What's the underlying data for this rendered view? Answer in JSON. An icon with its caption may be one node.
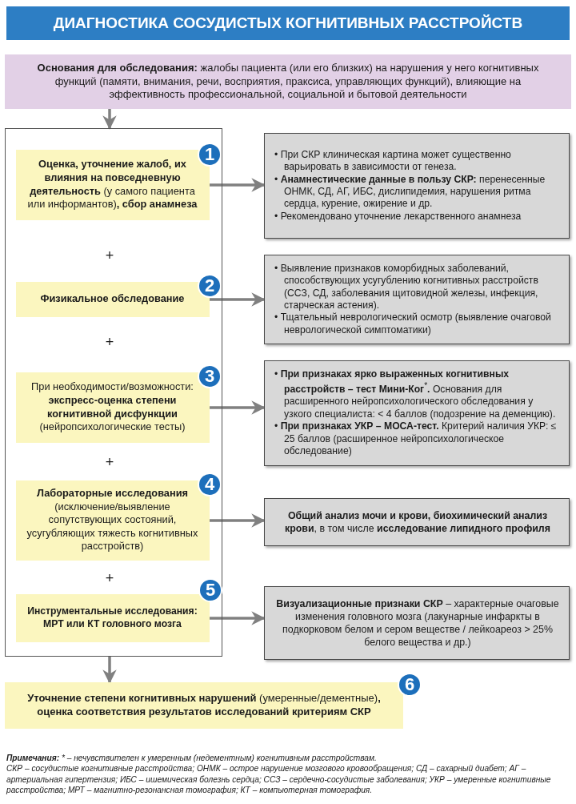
{
  "diagram": {
    "title": "ДИАГНОСТИКА СОСУДИСТЫХ КОГНИТИВНЫХ РАССТРОЙСТВ",
    "nodes": [
      {
        "text": [
          "**Основания для обследования:** жалобы пациента (или его близких) на нарушения у него когнитивных функций (памяти, внимания, речи, восприятия, праксиса, управляющих функций), влияющие на эффективность профессиональной, социальной и бытовой деятельности"
        ]
      },
      {
        "text": [],
        "shape": "box"
      },
      {
        "text": [
          "**Оценка, уточнение жалоб, их влияния на повседневную деятельность** (у самого пациента или информантов)**, сбор анамнеза**"
        ],
        "in": 1,
        "beside": [
          "1"
        ]
      },
      {
        "text": [
          "• При СКР клиническая картина может существенно варьировать в зависимости от генеза.",
          "• **Анамнестические данные в пользу СКР:** перенесенные ОНМК, СД, АГ, ИБС, дислипидемия, нарушения ритма сердца, курение, ожирение и др.",
          "• Рекомендовано уточнение лекарственного анамнеза"
        ]
      },
      {
        "text": [
          "Физикальное обследование"
        ],
        "in": 1,
        "beside": [
          "2"
        ]
      },
      {
        "text": [
          "• Выявление признаков коморбидных заболеваний, способствующих усугублению когнитивных расстройств (ССЗ, СД, заболевания щитовидной железы, инфекция, старческая астения).",
          "• Тщательный неврологический осмотр (выявление очаговой неврологической симптоматики)"
        ]
      },
      {
        "text": [
          "При необходимости/возможности: **экспресс-оценка степени когнитивной дисфункции** (нейропсихологические тесты)"
        ],
        "in": 1,
        "beside": [
          "3"
        ]
      },
      {
        "text": [
          "• **При признаках ярко выраженных когнитивных расстройств – тест Мини-Ког**$^{*}$**.** Основания для расширенного нейропсихологического обследования у узкого специалиста: < 4 баллов (подозрение на деменцию).",
          "• **При признаках УКР – МОСА-тест.** Критерий наличия УКР: ≤ 25 баллов (расширенное нейропсихологическое обследование)"
        ]
      },
      {
        "text": [
          "**Лабораторные исследования** (исключение/выявление сопутствующих состояний, усугубляющих тяжесть когнитивных расстройств)"
        ],
        "in": 1,
        "beside": [
          "4"
        ]
      },
      {
        "text": [
          "**Общий анализ мочи и крови, биохимический анализ крови**, в том числе **исследование липидного профиля**"
        ]
      },
      {
        "text": [
          "Инструментальные исследования: МРТ или КТ головного мозга"
        ],
        "in": 1,
        "beside": [
          "5"
        ]
      },
      {
        "text": [
          "**Визуализационные признаки СКР** – характерные очаговые изменения головного мозга (лакунарные инфаркты в подкорковом белом и сером веществе / лейкоареоз > 25% белого вещества и др.)"
        ]
      },
      {
        "text": [
          "**Уточнение степени когнитивных нарушений** (умеренные/дементные)**, оценка соответствия результатов исследований критериям СКР**"
        ],
        "beside": [
          "6"
        ]
      }
    ],
    "edges": [
      {
        "from": 0,
        "to": 1,
        "arrow": "to"
      },
      {
        "from": 2,
        "to": 3,
        "arrow": "to"
      },
      {
        "from": 4,
        "to": 5,
        "arrow": "to"
      },
      {
        "from": 6,
        "to": 7,
        "arrow": "to"
      },
      {
        "from": 8,
        "to": 9,
        "arrow": "to"
      },
      {
        "from": 10,
        "to": 11,
        "arrow": "to"
      },
      {
        "from": 1,
        "to": 12,
        "arrow": "to"
      }
    ],
    "labels": [
      "+",
      "+",
      "+",
      "+",
      "Примечания:",
      "* – нечувствителен к умеренным (недементным) когнитивным расстройствам.",
      "СКР – сосудистые когнитивные расстройства; ОНМК – острое нарушение мозгового кровообращения; СД – сахарный диабет; АГ – артериальная гипертензия; ИБС – ишемическая болезнь сердца; ССЗ – сердечно-сосудистые заболевания; УКР – умеренные когнитивные расстройства; МРТ – магнитно-резонансная томография; КТ – компьютерная томография."
    ]
  }
}
